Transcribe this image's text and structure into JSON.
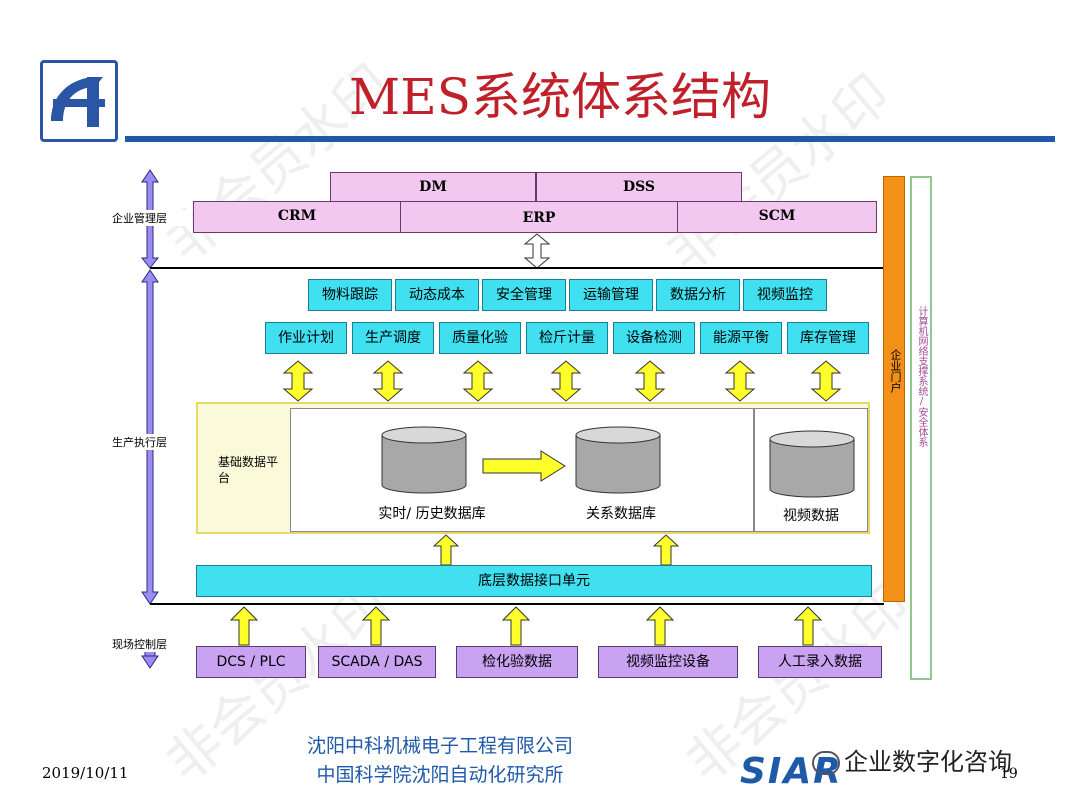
{
  "title": "MES系统体系结构",
  "top_apps": {
    "dm": "DM",
    "dss": "DSS",
    "crm": "CRM",
    "erp": "ERP",
    "scm": "SCM"
  },
  "layers": {
    "enterprise": "企业管理层",
    "execution": "生产执行层",
    "field": "现场控制层"
  },
  "modules_row1": [
    "物料跟踪",
    "动态成本",
    "安全管理",
    "运输管理",
    "数据分析",
    "视频监控"
  ],
  "modules_row2": [
    "作业计划",
    "生产调度",
    "质量化验",
    "检斤计量",
    "设备检测",
    "能源平衡",
    "库存管理"
  ],
  "platform": {
    "label": "基础数据平台",
    "realtime_db": "实时/ 历史数据库",
    "relational_db": "关系数据库",
    "video_data": "视频数据"
  },
  "interface_unit": "底层数据接口单元",
  "field_devices": [
    "DCS / PLC",
    "SCADA / DAS",
    "检化验数据",
    "视频监控设备",
    "人工录入数据"
  ],
  "portal": "企业门户",
  "network": "计算机网络支撑系统/安全体系",
  "footer": {
    "company": "沈阳中科机械电子工程有限公司",
    "institute": "中国科学院沈阳自动化研究所",
    "date": "2019/10/11",
    "page": "19",
    "brand": "SIAR",
    "wechat": "企业数字化咨询"
  },
  "watermark": "非会员水印",
  "colors": {
    "title": "#c0202a",
    "rule": "#1f5aa8",
    "pink": "#f2c7f0",
    "cyan": "#40e0f0",
    "purple": "#c9a2f2",
    "yellow": "#ffff2a",
    "orange": "#f39018",
    "green": "#8fc98f",
    "footer": "#1f5aa8"
  }
}
